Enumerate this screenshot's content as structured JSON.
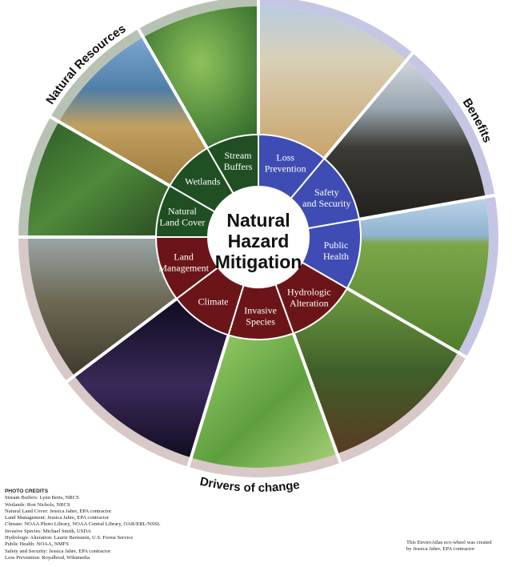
{
  "center": {
    "lines": [
      "Natural",
      "Hazard",
      "Mitigation"
    ]
  },
  "sections": [
    {
      "id": "natural-resources",
      "title": "Natural Resources",
      "ring_color": "#b7c2b5",
      "wedge_color": "#1f4f22",
      "wedges": [
        {
          "id": "stream-buffers",
          "lines": [
            "Stream",
            "Buffers"
          ],
          "photo": "stream-in-meadow"
        },
        {
          "id": "wetlands",
          "lines": [
            "Wetlands"
          ],
          "photo": "marsh-with-reeds-and-mountain"
        },
        {
          "id": "natural-land-cover",
          "lines": [
            "Natural",
            "Land Cover"
          ],
          "photo": "forest-and-river"
        }
      ]
    },
    {
      "id": "drivers-of-change",
      "title": "Drivers of change",
      "ring_color": "#d8c8c7",
      "wedge_color": "#6b1518",
      "wedges": [
        {
          "id": "land-management",
          "lines": [
            "Land",
            "Management"
          ],
          "photo": "flooded-house"
        },
        {
          "id": "climate",
          "lines": [
            "Climate"
          ],
          "photo": "lightning-storm"
        },
        {
          "id": "invasive-species",
          "lines": [
            "Invasive",
            "Species"
          ],
          "photo": "longhorned-beetle"
        },
        {
          "id": "hydrologic-alteration",
          "lines": [
            "Hydrologic",
            "Alteration"
          ],
          "photo": "dam-waterfall"
        }
      ]
    },
    {
      "id": "benefits",
      "title": "Benefits",
      "ring_color": "#c5c6e4",
      "wedge_color": "#3f4cb4",
      "wedges": [
        {
          "id": "public-health",
          "lines": [
            "Public",
            "Health"
          ],
          "photo": "people-resting-on-grass"
        },
        {
          "id": "safety-and-security",
          "lines": [
            "Safety",
            "and Security"
          ],
          "photo": "rocky-coast"
        },
        {
          "id": "loss-prevention",
          "lines": [
            "Loss",
            "Prevention"
          ],
          "photo": "beach-dune-grass"
        }
      ]
    }
  ],
  "credits": {
    "heading": "PHOTO CREDITS",
    "lines": [
      "Stream Buffers: Lynn Betts, NRCS",
      "Wetlands: Ron Nichols, NRCS",
      "Natural Land Cover: Jessica Jahre, EPA contractor",
      "Land Management: Jessica Jahre, EPA contractor",
      "Climate: NOAA Photo Library, NOAA Central Library, OAR/ERL/NSSL",
      "Invasive Species: Michael Smith, USDA",
      "Hydrologic Alteration: Laurie Bernstein, U.S. Forest Service",
      "Public Health: NOAA, NMFS",
      "Safety and Security: Jessica Jahre, EPA contractor",
      "Loss Prevention: Royalbrod, Wikimedia"
    ]
  },
  "creator_note": [
    "This EnviroAtlas eco-wheel was created",
    "by Jessica Jahre, EPA contractor"
  ]
}
